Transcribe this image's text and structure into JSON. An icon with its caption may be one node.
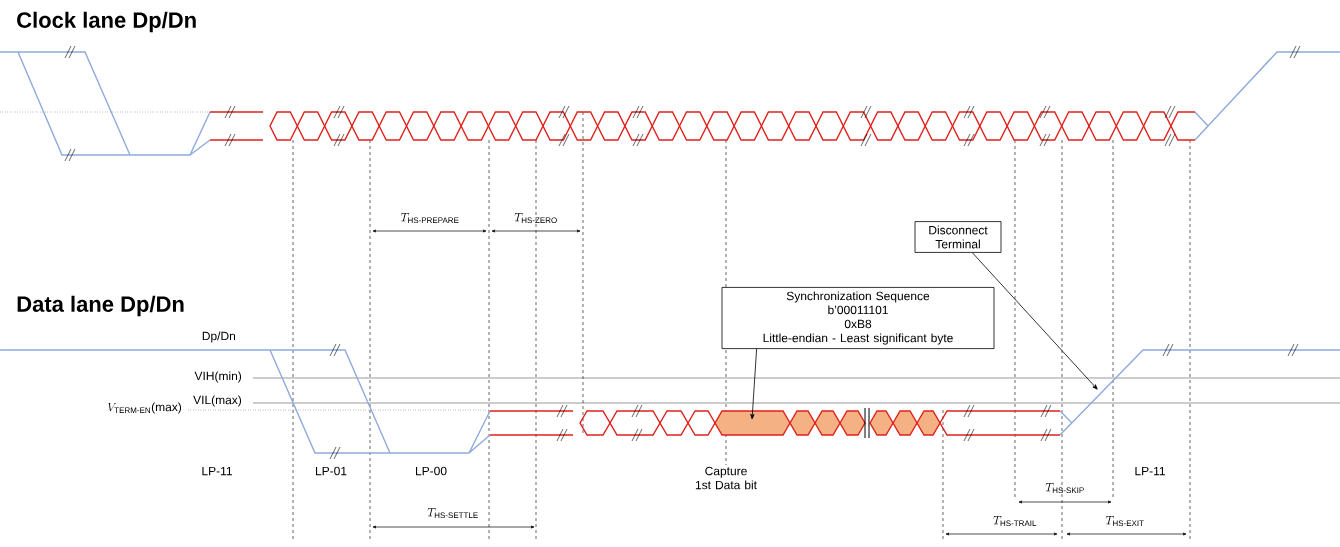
{
  "diagram": {
    "nodes": [
      {
        "text": [
          "Disconnect Terminal"
        ]
      },
      {
        "text": [
          "Synchronization Sequence",
          "b’00011101",
          "0xB8",
          "Little-endian - Least significant byte"
        ]
      }
    ],
    "edges": [
      {
        "from": 0,
        "to": null,
        "arrow": "to"
      },
      {
        "from": 1,
        "to": null,
        "arrow": "to"
      }
    ],
    "labels": [
      "Clock lane Dp/Dn",
      "T_{\\text{HS-PREPARE}}",
      "T_{\\text{HS-ZERO}}",
      "Data lane Dp/Dn",
      "Dp/Dn",
      "VIH(min)",
      "VIL(max)",
      "V_{\\text{TERM-EN}}\\text{(max)}",
      "LP-11",
      "LP-01",
      "LP-00",
      "Capture 1st Data bit",
      "LP-11",
      "T_{\\text{HS-SKIP}}",
      "T_{\\text{HS-SETTLE}}",
      "T_{\\text{HS-TRAIL}}",
      "T_{\\text{HS-EXIT}}"
    ]
  }
}
